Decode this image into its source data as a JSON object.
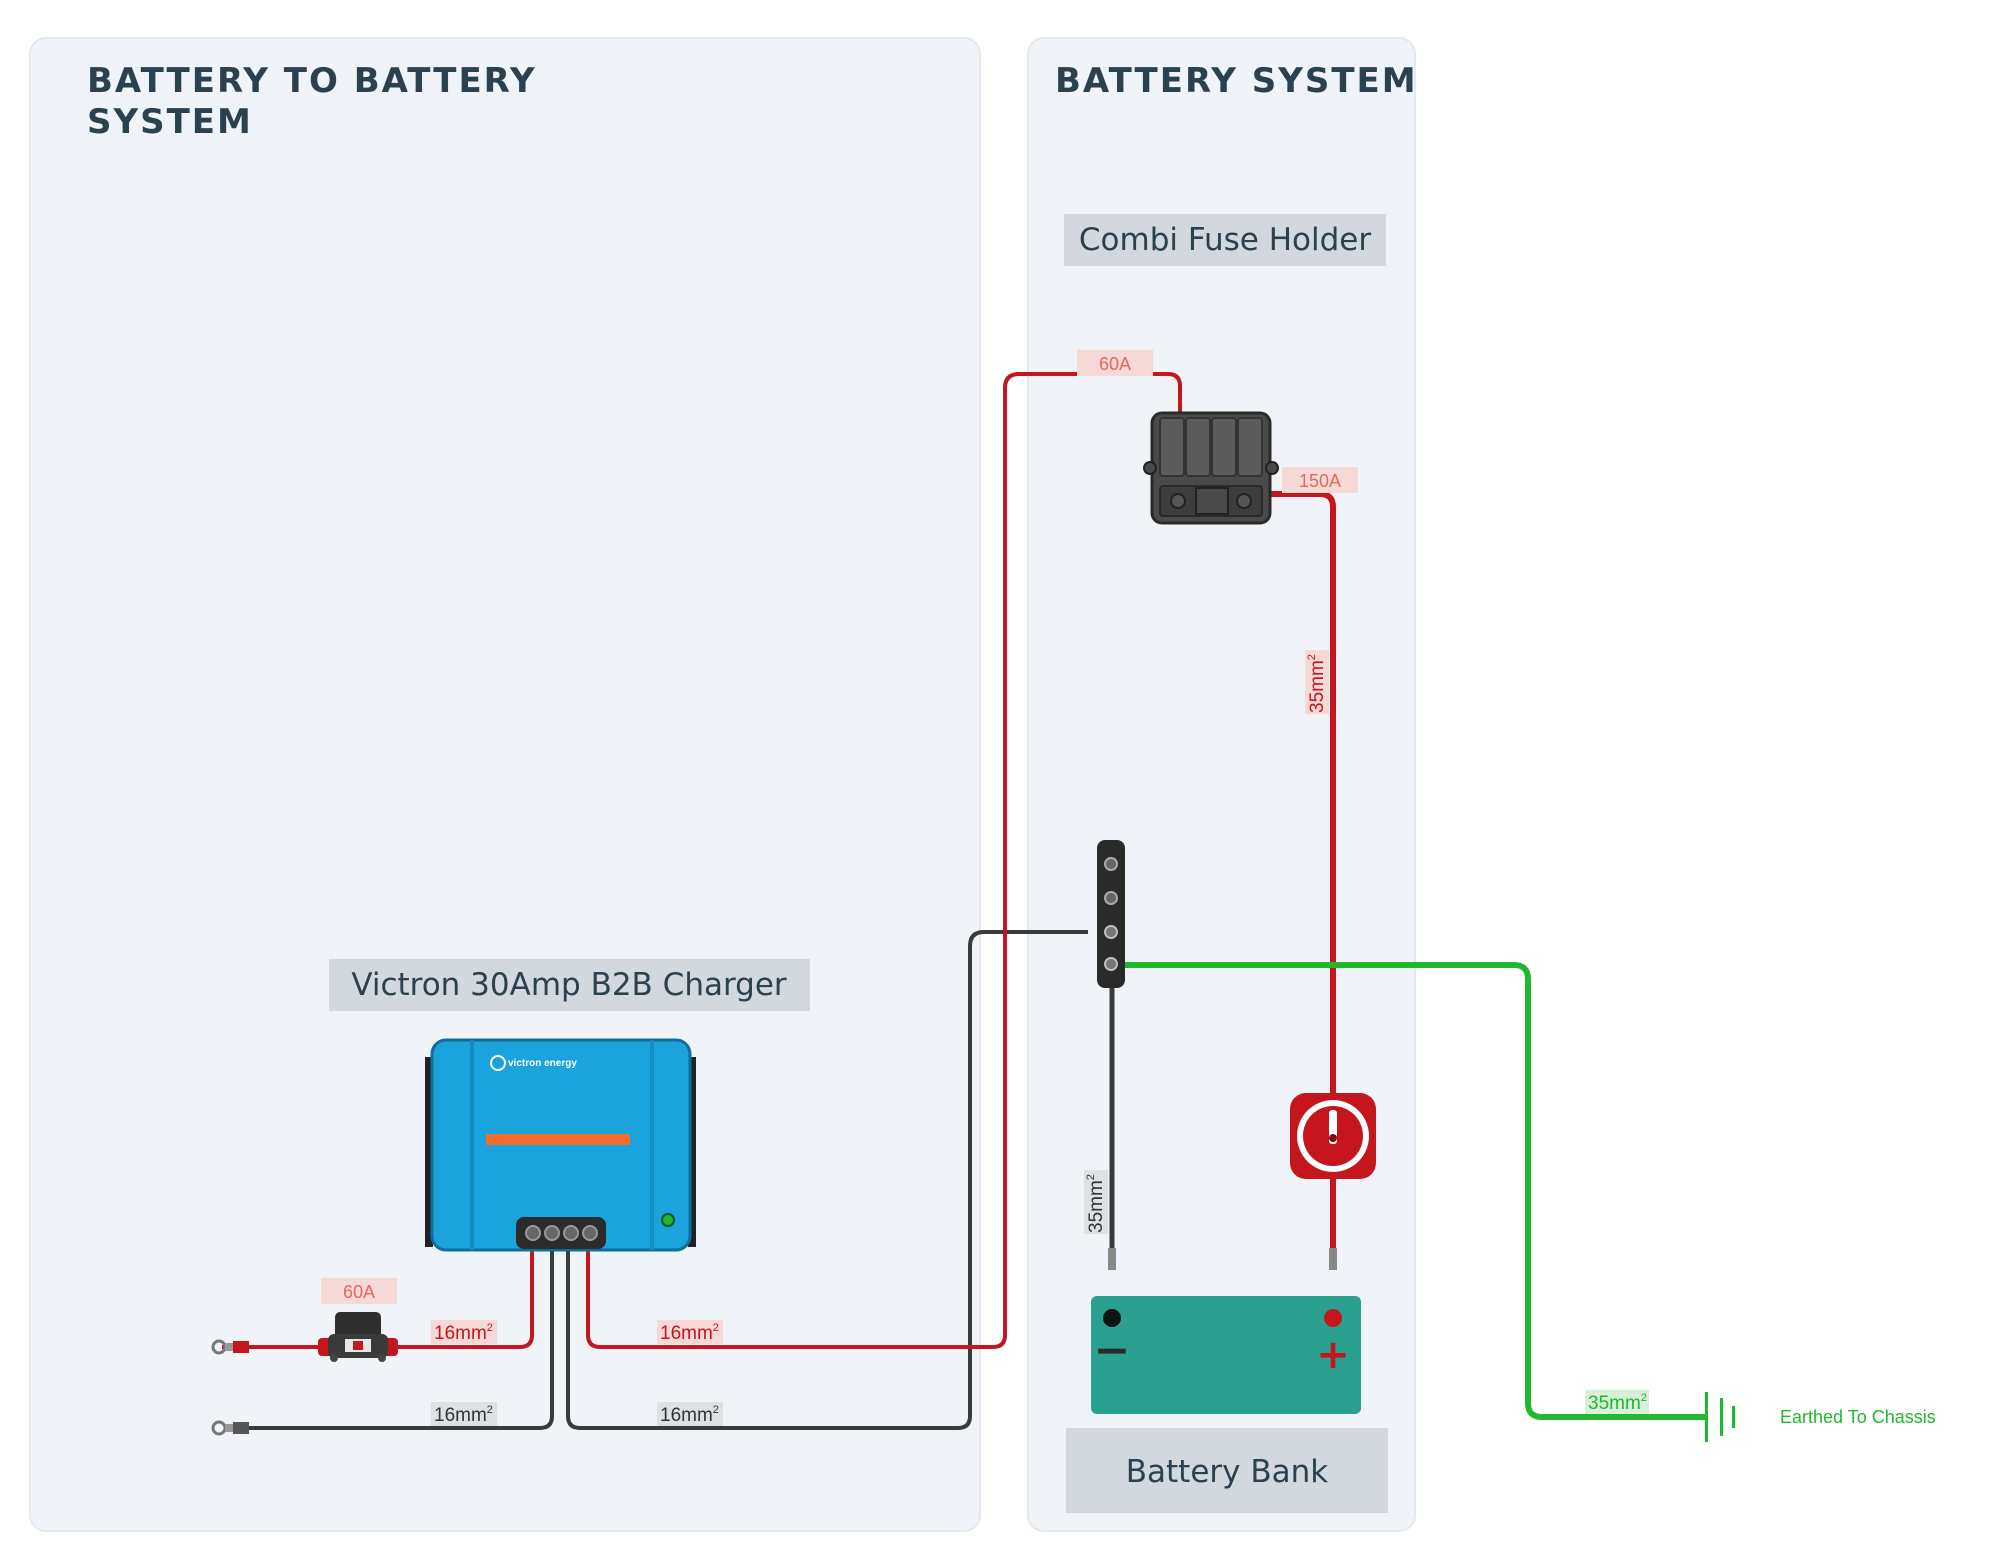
{
  "panels": {
    "b2b": {
      "title_line1": "BATTERY TO BATTERY",
      "title_line2": "SYSTEM"
    },
    "battery": {
      "title": "BATTERY SYSTEM"
    }
  },
  "labels": {
    "charger": "Victron 30Amp B2B Charger",
    "fuse_holder": "Combi Fuse Holder",
    "battery_bank": "Battery Bank",
    "earth": "Earthed To Chassis",
    "charger_brand": "victron energy"
  },
  "fuses": {
    "input": "60A",
    "charger_output": "60A",
    "main": "150A"
  },
  "cables": {
    "in_pos": "16mm",
    "in_neg": "16mm",
    "out_pos": "16mm",
    "out_neg": "16mm",
    "battery_pos": "35mm",
    "battery_neg": "35mm",
    "earth": "35mm",
    "squared": "2"
  },
  "battery_terminals": {
    "negative": "−",
    "positive": "+"
  },
  "colors": {
    "positive": "#c4161c",
    "negative": "#3a3a3a",
    "earth": "#1fb82e",
    "panel_bg": "#f0f4f8",
    "label_bg": "#d2d8dd",
    "charger_blue": "#1ba3dd",
    "battery_green": "#2aa08f"
  }
}
